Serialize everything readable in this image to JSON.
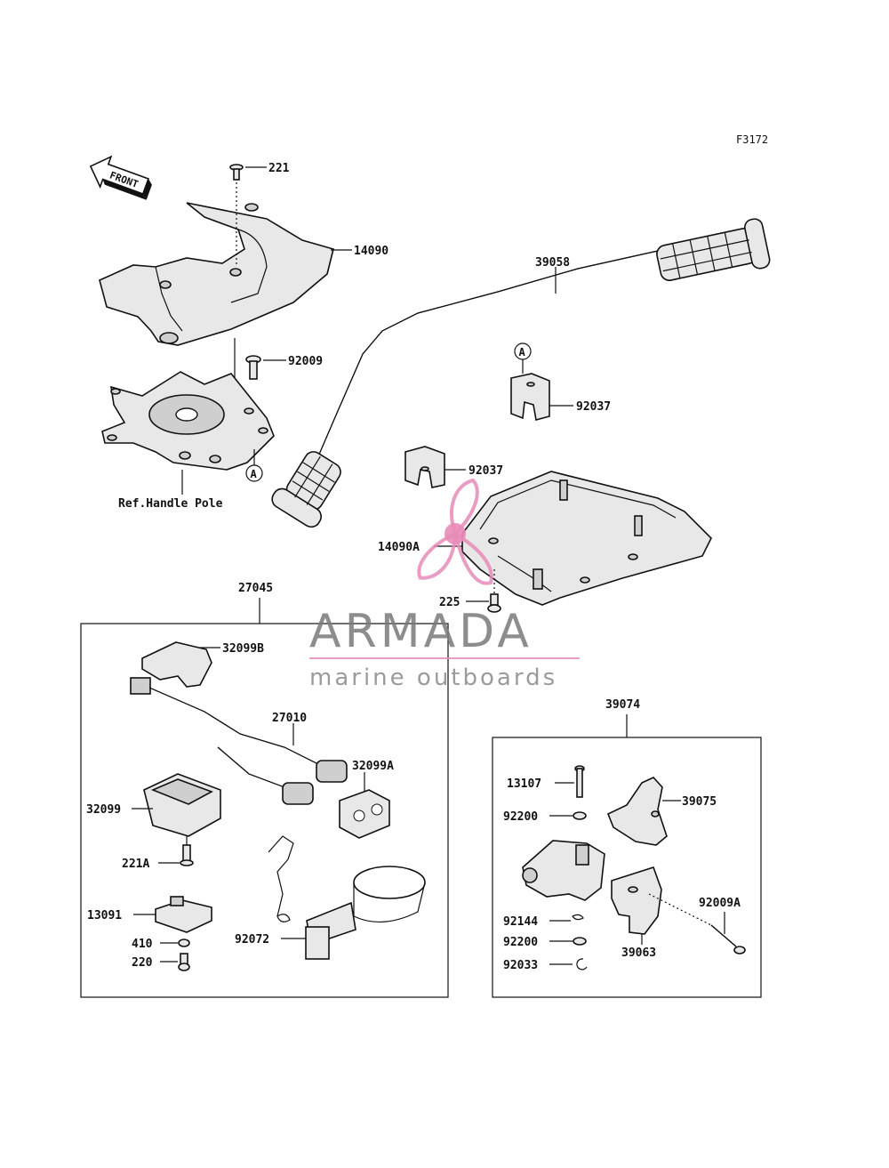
{
  "figure_code": "F3172",
  "front_label": "FRONT",
  "ref_label": "Ref.Handle Pole",
  "ref_marker": "A",
  "labels": {
    "p221": "221",
    "p14090": "14090",
    "p92009": "92009",
    "p39058": "39058",
    "p92037_top": "92037",
    "p92037_mid": "92037",
    "p14090A": "14090A",
    "p225": "225",
    "p27045": "27045",
    "p32099B": "32099B",
    "p27010": "27010",
    "p32099A": "32099A",
    "p32099": "32099",
    "p221A": "221A",
    "p13091": "13091",
    "p410": "410",
    "p220": "220",
    "p92072": "92072",
    "p39074": "39074",
    "p13107": "13107",
    "p39075": "39075",
    "p92200_top": "92200",
    "p92144": "92144",
    "p92200_bot": "92200",
    "p92033": "92033",
    "p39063": "39063",
    "p92009A": "92009A"
  },
  "watermark": {
    "brand": "ARMADA",
    "tagline": "marine outboards",
    "accent_color": "#e88bb7",
    "text_color": "#7a7a7a"
  }
}
